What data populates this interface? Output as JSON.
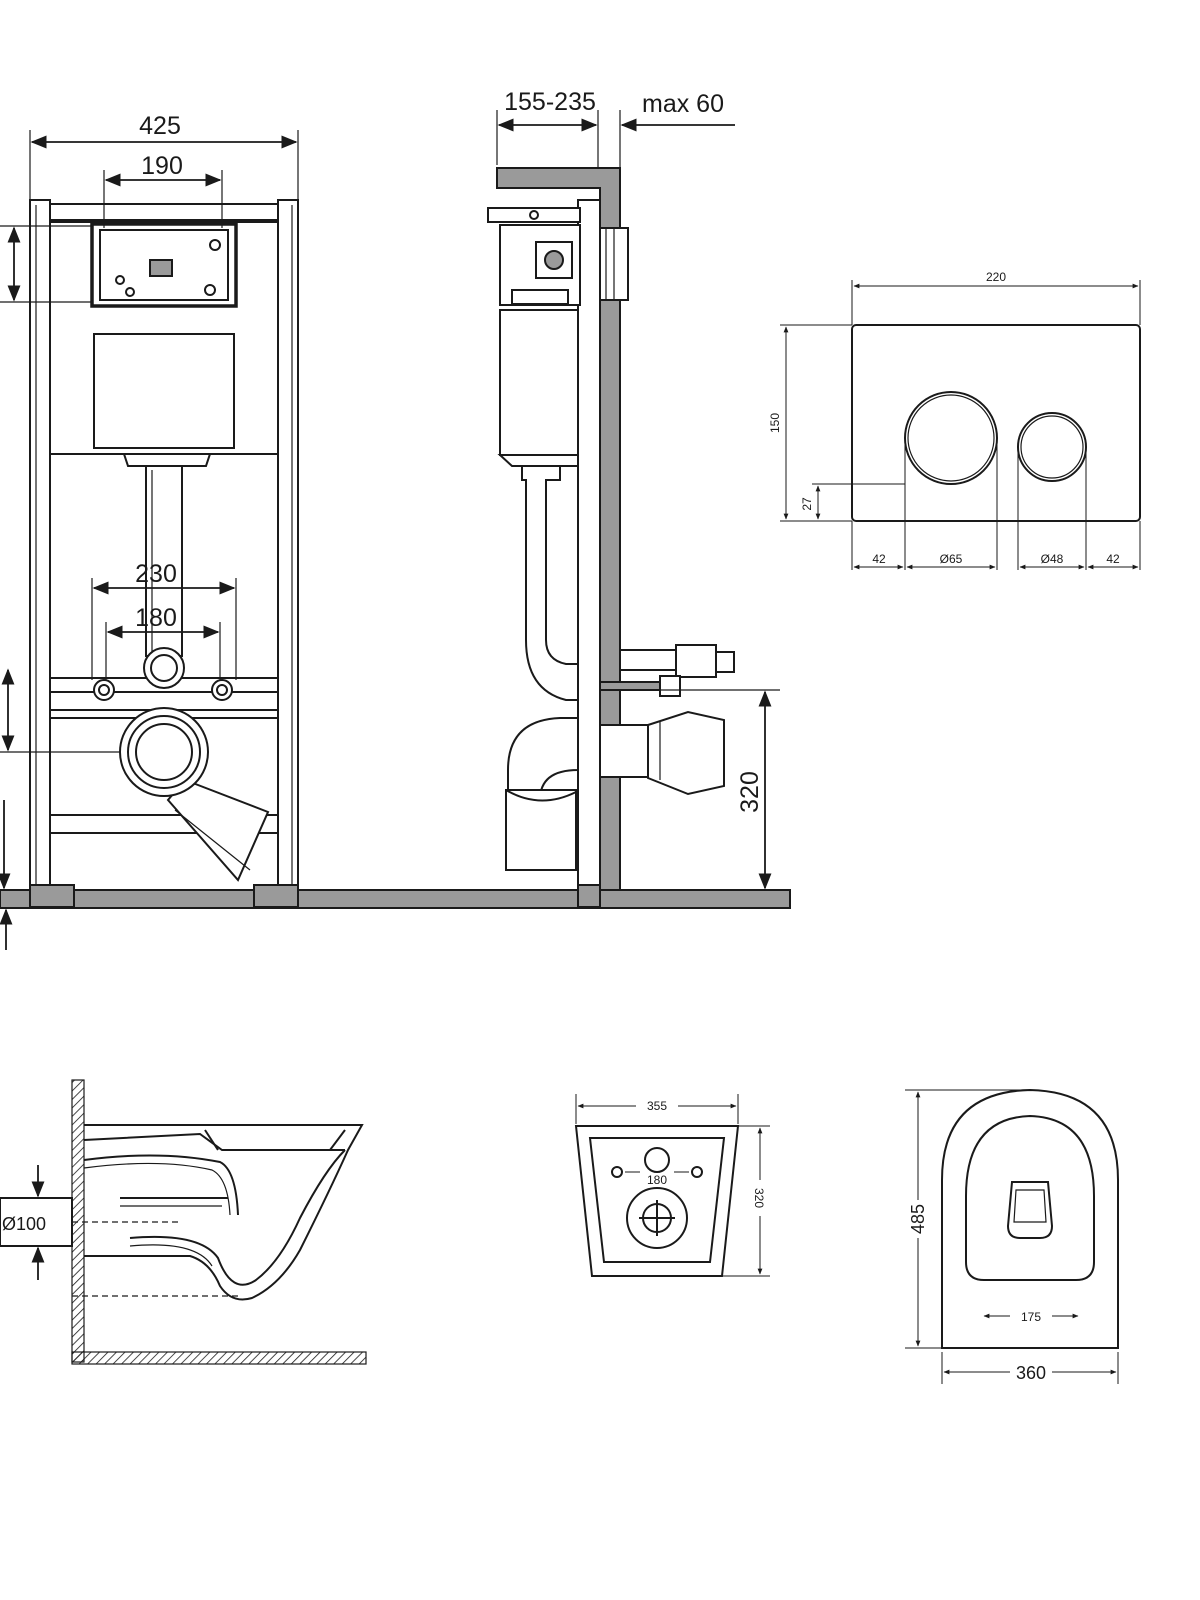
{
  "frame_front": {
    "width_outer": "425",
    "width_inner": "190",
    "bolt_outer": "230",
    "bolt_inner": "180"
  },
  "frame_side": {
    "depth_range": "155-235",
    "max_label": "max 60",
    "outlet_height": "320"
  },
  "flush_plate": {
    "width": "220",
    "height": "150",
    "button_offset": "27",
    "left_margin": "42",
    "big_button_dia": "Ø65",
    "small_button_dia": "Ø48",
    "right_margin": "42"
  },
  "bowl_side": {
    "pipe_dia": "Ø100"
  },
  "bowl_back": {
    "width": "355",
    "bolt_spacing": "180",
    "height": "320"
  },
  "bowl_top": {
    "length": "485",
    "seat_inner": "175",
    "width": "360"
  }
}
